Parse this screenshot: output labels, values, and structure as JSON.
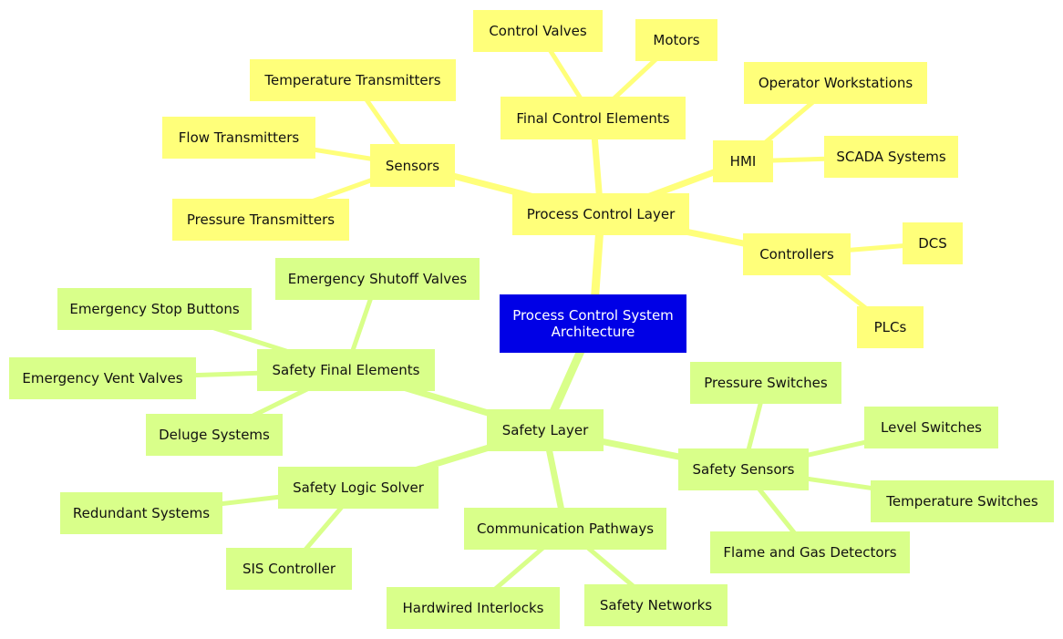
{
  "root": {
    "label": "Process Control System Architecture"
  },
  "branches": [
    {
      "label": "Process Control Layer",
      "color": "#ffff7a",
      "children": [
        {
          "label": "Sensors",
          "children": [
            "Temperature Transmitters",
            "Flow Transmitters",
            "Pressure Transmitters"
          ]
        },
        {
          "label": "Final Control Elements",
          "children": [
            "Control Valves",
            "Motors"
          ]
        },
        {
          "label": "HMI",
          "children": [
            "Operator Workstations",
            "SCADA Systems"
          ]
        },
        {
          "label": "Controllers",
          "children": [
            "DCS",
            "PLCs"
          ]
        }
      ]
    },
    {
      "label": "Safety Layer",
      "color": "#d9ff8a",
      "children": [
        {
          "label": "Safety Final Elements",
          "children": [
            "Emergency Shutoff Valves",
            "Emergency Stop Buttons",
            "Emergency Vent Valves",
            "Deluge Systems"
          ]
        },
        {
          "label": "Safety Logic Solver",
          "children": [
            "Redundant Systems",
            "SIS Controller"
          ]
        },
        {
          "label": "Communication Pathways",
          "children": [
            "Hardwired Interlocks",
            "Safety Networks"
          ]
        },
        {
          "label": "Safety Sensors",
          "children": [
            "Pressure Switches",
            "Level Switches",
            "Temperature Switches",
            "Flame and Gas Detectors"
          ]
        }
      ]
    }
  ],
  "colors": {
    "root": "#0000e6",
    "process_control": "#ffff7a",
    "safety": "#d9ff8a"
  }
}
